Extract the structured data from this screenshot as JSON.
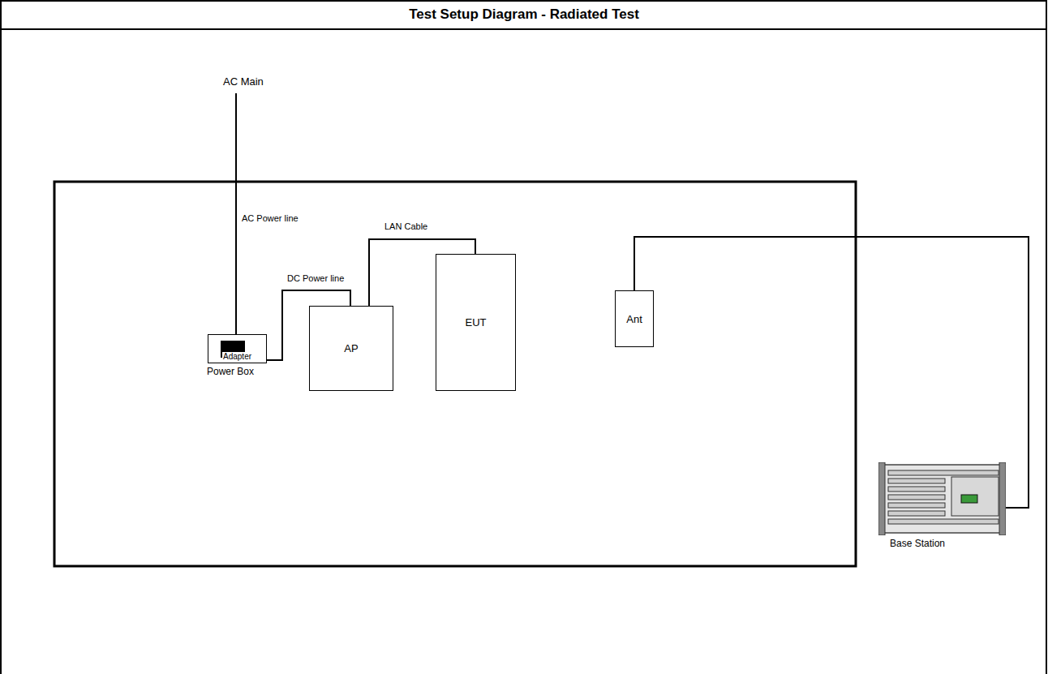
{
  "diagram": {
    "title": "Test Setup Diagram - Radiated Test",
    "nodes": [
      {
        "text": [
          "Adapter",
          "Power Box"
        ]
      },
      {
        "text": [
          "AP"
        ]
      },
      {
        "text": [
          "EUT"
        ]
      },
      {
        "text": [
          "Ant"
        ]
      },
      {
        "text": [
          "Base Station"
        ]
      }
    ],
    "edges": [
      {
        "from": 0,
        "to": 1,
        "label": "DC Power line",
        "arrow": "none"
      },
      {
        "from": 1,
        "to": 2,
        "label": "LAN Cable",
        "arrow": "none"
      },
      {
        "from": 3,
        "to": 4,
        "arrow": "none"
      }
    ],
    "labels": [
      "AC Main",
      "AC Power line"
    ]
  }
}
